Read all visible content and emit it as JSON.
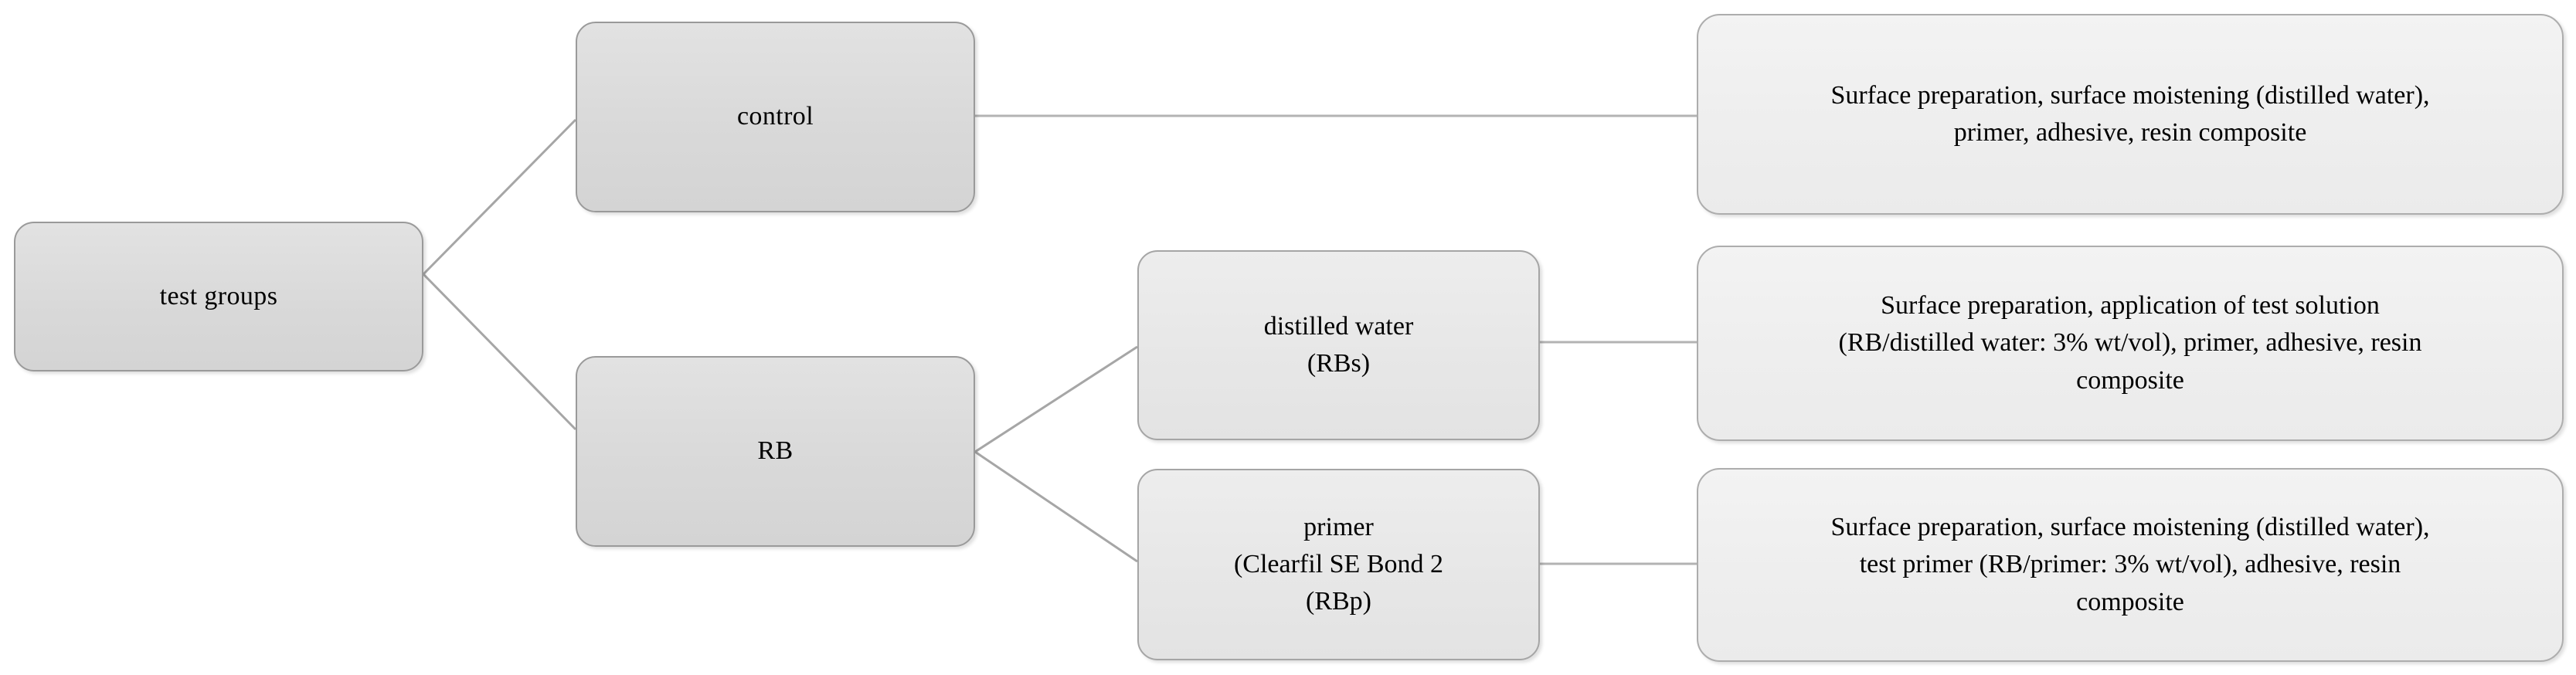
{
  "diagram": {
    "title": "test groups flowchart",
    "type": "tree-flowchart",
    "background_color": "#ffffff",
    "node_fill_tree": "#d9d9d9",
    "node_fill_leaf": "#e7e7e7",
    "node_fill_description": "#efefef",
    "node_border_color": "#9a9a9a",
    "connector_color": "#a6a6a6"
  },
  "nodes": {
    "root": {
      "label": "test groups"
    },
    "control": {
      "label": "control"
    },
    "rb": {
      "label": "RB"
    },
    "rbs": {
      "label": "distilled  water\n(RBs)"
    },
    "rbp": {
      "label": "primer\n(Clearfil  SE Bond 2\n(RBp)"
    },
    "desc_control": {
      "label": "Surface preparation,  surface  moistening  (distilled  water),\nprimer,  adhesive,  resin composite"
    },
    "desc_rbs": {
      "label": "Surface preparation,  application  of test solution\n(RB/distilled  water: 3% wt/vol),  primer,  adhesive,  resin\ncomposite"
    },
    "desc_rbp": {
      "label": "Surface preparation,  surface  moistening  (distilled  water),\ntest primer  (RB/primer:  3% wt/vol),  adhesive,  resin\ncomposite"
    }
  },
  "edges": [
    {
      "from": "root",
      "to": "control"
    },
    {
      "from": "root",
      "to": "rb"
    },
    {
      "from": "control",
      "to": "desc_control"
    },
    {
      "from": "rb",
      "to": "rbs"
    },
    {
      "from": "rb",
      "to": "rbp"
    },
    {
      "from": "rbs",
      "to": "desc_rbs"
    },
    {
      "from": "rbp",
      "to": "desc_rbp"
    }
  ]
}
